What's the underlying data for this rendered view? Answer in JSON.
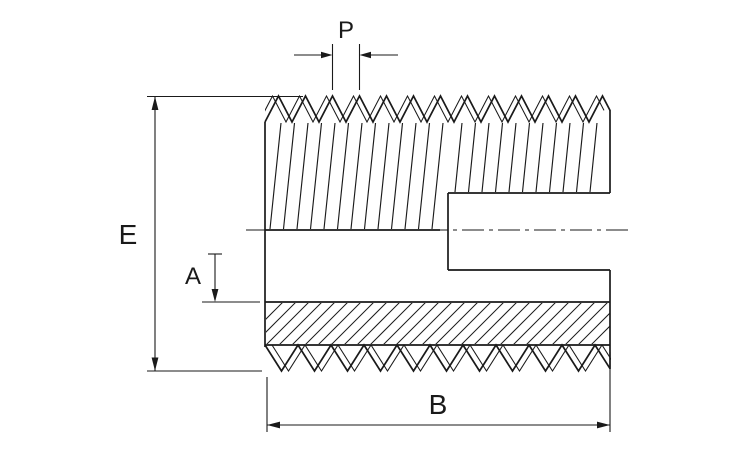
{
  "drawing": {
    "labels": {
      "p": "P",
      "e": "E",
      "a": "A",
      "b": "B"
    },
    "colors": {
      "line": "#1a1a1a",
      "background": "#ffffff"
    }
  }
}
